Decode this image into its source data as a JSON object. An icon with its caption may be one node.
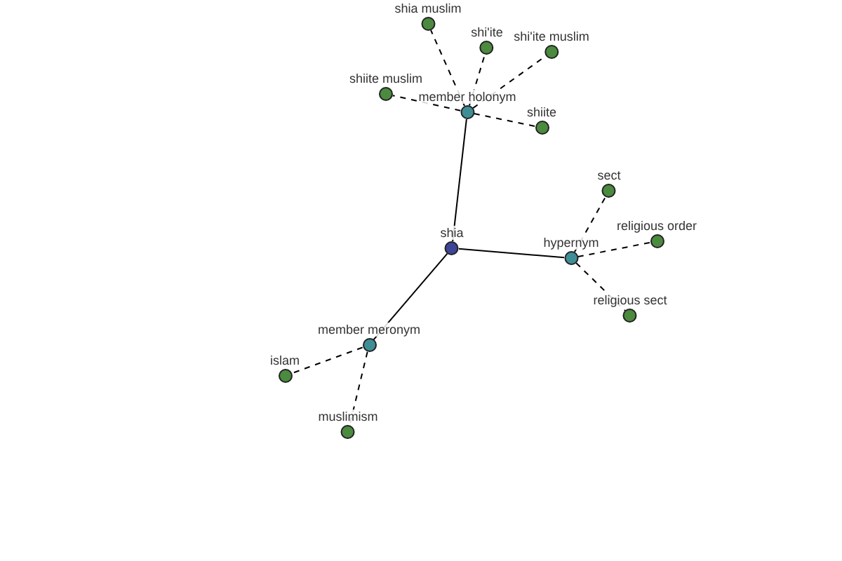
{
  "diagram": {
    "nodes": [
      {
        "text": [
          "shia"
        ]
      },
      {
        "text": [
          "member holonym"
        ]
      },
      {
        "text": [
          "hypernym"
        ]
      },
      {
        "text": [
          "member meronym"
        ]
      },
      {
        "text": [
          "shia muslim"
        ]
      },
      {
        "text": [
          "shi'ite"
        ]
      },
      {
        "text": [
          "shi'ite muslim"
        ]
      },
      {
        "text": [
          "shiite muslim"
        ]
      },
      {
        "text": [
          "shiite"
        ]
      },
      {
        "text": [
          "sect"
        ]
      },
      {
        "text": [
          "religious order"
        ]
      },
      {
        "text": [
          "religious sect"
        ]
      },
      {
        "text": [
          "islam"
        ]
      },
      {
        "text": [
          "muslimism"
        ]
      }
    ],
    "edges": [
      {
        "from": 0,
        "to": 1,
        "arrow": "none"
      },
      {
        "from": 0,
        "to": 2,
        "arrow": "none"
      },
      {
        "from": 0,
        "to": 3,
        "arrow": "none"
      },
      {
        "from": 1,
        "to": 4,
        "arrow": "none",
        "style": "dashed"
      },
      {
        "from": 1,
        "to": 5,
        "arrow": "none",
        "style": "dashed"
      },
      {
        "from": 1,
        "to": 6,
        "arrow": "none",
        "style": "dashed"
      },
      {
        "from": 1,
        "to": 7,
        "arrow": "none",
        "style": "dashed"
      },
      {
        "from": 1,
        "to": 8,
        "arrow": "none",
        "style": "dashed"
      },
      {
        "from": 2,
        "to": 9,
        "arrow": "none",
        "style": "dashed"
      },
      {
        "from": 2,
        "to": 10,
        "arrow": "none",
        "style": "dashed"
      },
      {
        "from": 2,
        "to": 11,
        "arrow": "none",
        "style": "dashed"
      },
      {
        "from": 3,
        "to": 12,
        "arrow": "none",
        "style": "dashed"
      },
      {
        "from": 3,
        "to": 13,
        "arrow": "none",
        "style": "dashed"
      }
    ]
  }
}
